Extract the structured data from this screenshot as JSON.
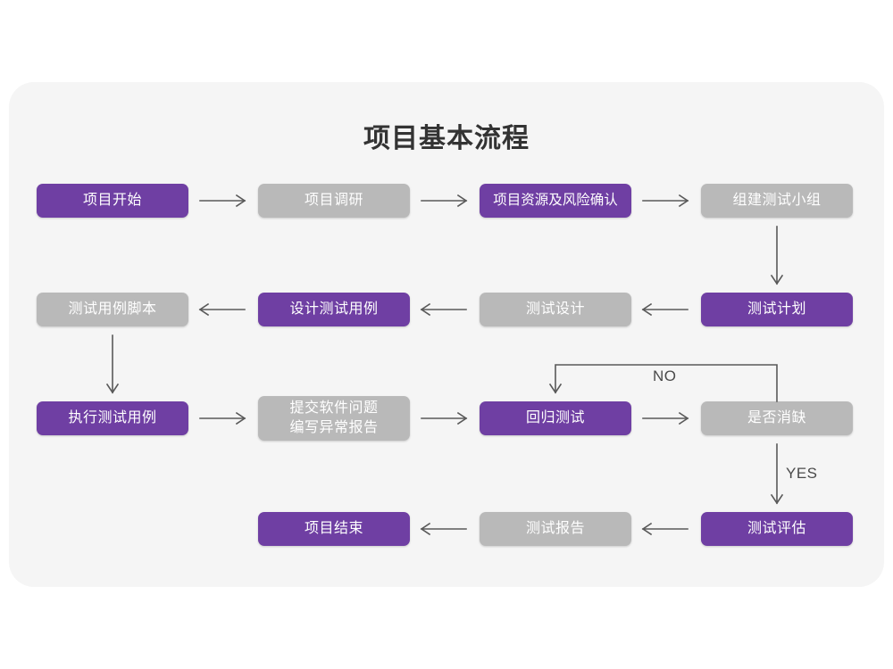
{
  "card": {
    "background_color": "#f5f5f5",
    "page_background_color": "#ffffff"
  },
  "title": "项目基本流程",
  "palette": {
    "purple": "#6f3fa3",
    "gray": "#b9b9b9",
    "text_on_node": "#ffffff",
    "title_color": "#333333",
    "connector_color": "#595959"
  },
  "nodes": [
    {
      "id": "n1",
      "label": "项目开始",
      "style": "purple",
      "row": 1,
      "col": 1
    },
    {
      "id": "n2",
      "label": "项目调研",
      "style": "gray",
      "row": 1,
      "col": 2
    },
    {
      "id": "n3",
      "label": "项目资源及风险确认",
      "style": "purple",
      "row": 1,
      "col": 3
    },
    {
      "id": "n4",
      "label": "组建测试小组",
      "style": "gray",
      "row": 1,
      "col": 4
    },
    {
      "id": "n5",
      "label": "测试用例脚本",
      "style": "gray",
      "row": 2,
      "col": 1
    },
    {
      "id": "n6",
      "label": "设计测试用例",
      "style": "purple",
      "row": 2,
      "col": 2
    },
    {
      "id": "n7",
      "label": "测试设计",
      "style": "gray",
      "row": 2,
      "col": 3
    },
    {
      "id": "n8",
      "label": "测试计划",
      "style": "purple",
      "row": 2,
      "col": 4
    },
    {
      "id": "n9",
      "label": "执行测试用例",
      "style": "purple",
      "row": 3,
      "col": 1
    },
    {
      "id": "n10",
      "label": "提交软件问题\n编写异常报告",
      "style": "gray",
      "row": 3,
      "col": 2
    },
    {
      "id": "n11",
      "label": "回归测试",
      "style": "purple",
      "row": 3,
      "col": 3
    },
    {
      "id": "n12",
      "label": "是否消缺",
      "style": "gray",
      "row": 3,
      "col": 4
    },
    {
      "id": "n13",
      "label": "项目结束",
      "style": "purple",
      "row": 4,
      "col": 2
    },
    {
      "id": "n14",
      "label": "测试报告",
      "style": "gray",
      "row": 4,
      "col": 3
    },
    {
      "id": "n15",
      "label": "测试评估",
      "style": "purple",
      "row": 4,
      "col": 4
    }
  ],
  "edges": [
    {
      "from": "n1",
      "to": "n2",
      "direction": "right",
      "label": ""
    },
    {
      "from": "n2",
      "to": "n3",
      "direction": "right",
      "label": ""
    },
    {
      "from": "n3",
      "to": "n4",
      "direction": "right",
      "label": ""
    },
    {
      "from": "n4",
      "to": "n8",
      "direction": "down",
      "label": ""
    },
    {
      "from": "n8",
      "to": "n7",
      "direction": "left",
      "label": ""
    },
    {
      "from": "n7",
      "to": "n6",
      "direction": "left",
      "label": ""
    },
    {
      "from": "n6",
      "to": "n5",
      "direction": "left",
      "label": ""
    },
    {
      "from": "n5",
      "to": "n9",
      "direction": "down",
      "label": ""
    },
    {
      "from": "n9",
      "to": "n10",
      "direction": "right",
      "label": ""
    },
    {
      "from": "n10",
      "to": "n11",
      "direction": "right",
      "label": ""
    },
    {
      "from": "n11",
      "to": "n12",
      "direction": "right",
      "label": ""
    },
    {
      "from": "n12",
      "to": "n11",
      "direction": "loop-up-left",
      "label": "NO"
    },
    {
      "from": "n12",
      "to": "n15",
      "direction": "down",
      "label": "YES"
    },
    {
      "from": "n15",
      "to": "n14",
      "direction": "left",
      "label": ""
    },
    {
      "from": "n14",
      "to": "n13",
      "direction": "left",
      "label": ""
    }
  ],
  "edge_labels": {
    "no": "NO",
    "yes": "YES"
  }
}
